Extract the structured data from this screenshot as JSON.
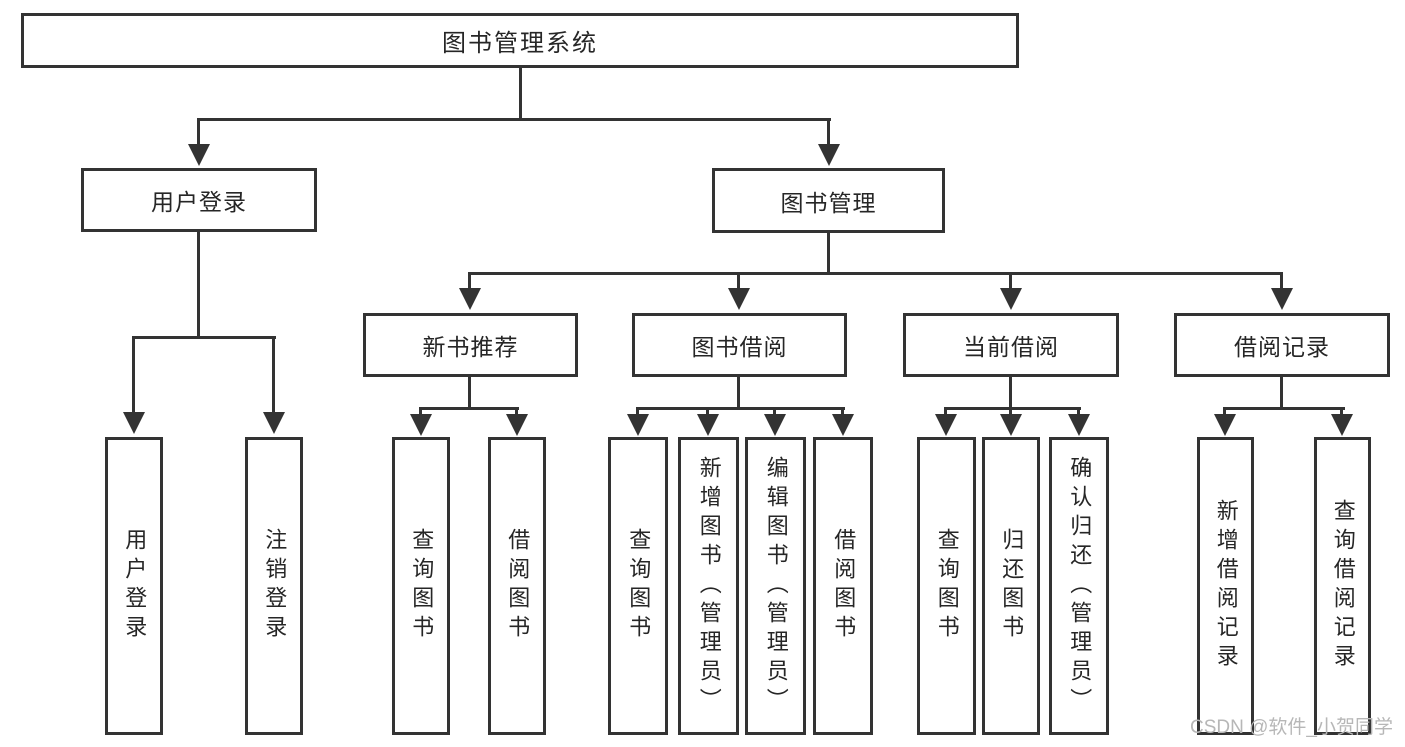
{
  "diagram": {
    "root": {
      "label": "图书管理系统"
    },
    "branches": [
      {
        "label": "用户登录",
        "children": [
          {
            "label": "用户登录"
          },
          {
            "label": "注销登录"
          }
        ]
      },
      {
        "label": "图书管理",
        "children": [
          {
            "label": "新书推荐",
            "children": [
              {
                "label": "查询图书"
              },
              {
                "label": "借阅图书"
              }
            ]
          },
          {
            "label": "图书借阅",
            "children": [
              {
                "label": "查询图书"
              },
              {
                "label": "新增图书（管理员）"
              },
              {
                "label": "编辑图书（管理员）"
              },
              {
                "label": "借阅图书"
              }
            ]
          },
          {
            "label": "当前借阅",
            "children": [
              {
                "label": "查询图书"
              },
              {
                "label": "归还图书"
              },
              {
                "label": "确认归还（管理员）"
              }
            ]
          },
          {
            "label": "借阅记录",
            "children": [
              {
                "label": "新增借阅记录"
              },
              {
                "label": "查询借阅记录"
              }
            ]
          }
        ]
      }
    ]
  },
  "watermark": {
    "text": "CSDN @软件_小贺同学"
  },
  "colors": {
    "line": "#333333",
    "text": "#262626",
    "background": "#ffffff",
    "watermark": "#b7b7b7"
  }
}
